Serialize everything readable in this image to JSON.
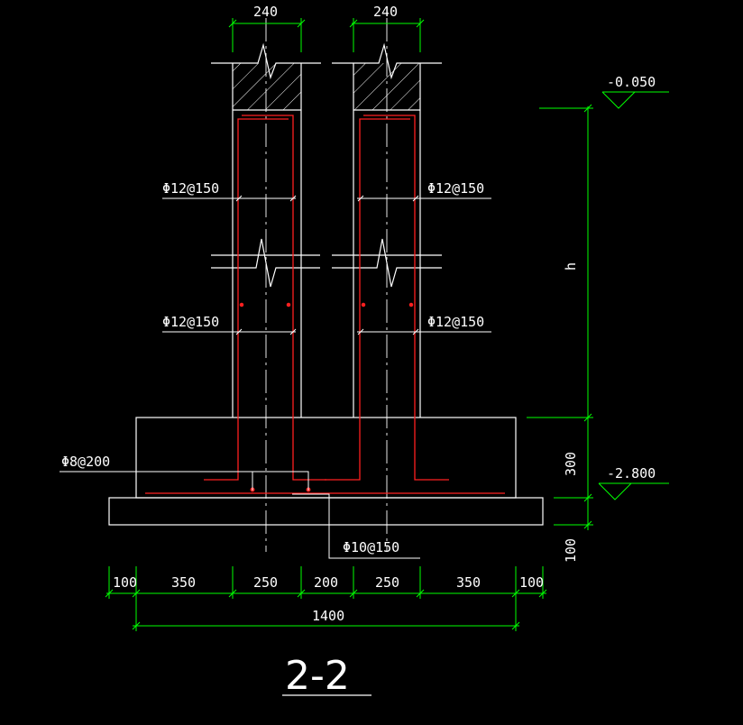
{
  "colors": {
    "background": "#000000",
    "outline": "#ffffff",
    "dimension": "#00ff00",
    "rebar": "#ff2020",
    "text": "#ffffff"
  },
  "wall_widths": {
    "left": "240",
    "right": "240"
  },
  "rebar_labels": {
    "wall_upper_left": "Φ12@150",
    "wall_upper_right": "Φ12@150",
    "wall_lower_left": "Φ12@150",
    "wall_lower_right": "Φ12@150",
    "footing_top": "Φ8@200",
    "footing_bottom": "Φ10@150"
  },
  "elevations": {
    "top": "-0.050",
    "bottom": "-2.800"
  },
  "vertical_dims": {
    "wall_height": "h",
    "footing": "300",
    "cushion": "100"
  },
  "horizontal_dims": [
    "100",
    "350",
    "250",
    "200",
    "250",
    "350",
    "100"
  ],
  "total_width": "1400",
  "section_title": "2-2"
}
